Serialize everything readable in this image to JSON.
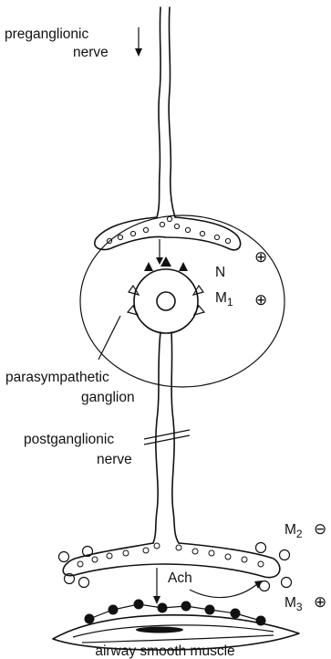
{
  "labels": {
    "preganglionic_line1": "preganglionic",
    "preganglionic_line2": "nerve",
    "nicotinic_receptor": "N",
    "m1_main": "M",
    "m1_sub": "1",
    "parasympathetic_line1": "parasympathetic",
    "parasympathetic_line2": "ganglion",
    "postganglionic_line1": "postganglionic",
    "postganglionic_line2": "nerve",
    "m2_main": "M",
    "m2_sub": "2",
    "ach": "Ach",
    "m3_main": "M",
    "m3_sub": "3",
    "airway_smooth_muscle": "airway smooth muscle"
  },
  "signs": {
    "n_effect": "⊕",
    "m1_effect": "⊕",
    "m2_effect": "⊖",
    "m3_effect": "⊕"
  }
}
